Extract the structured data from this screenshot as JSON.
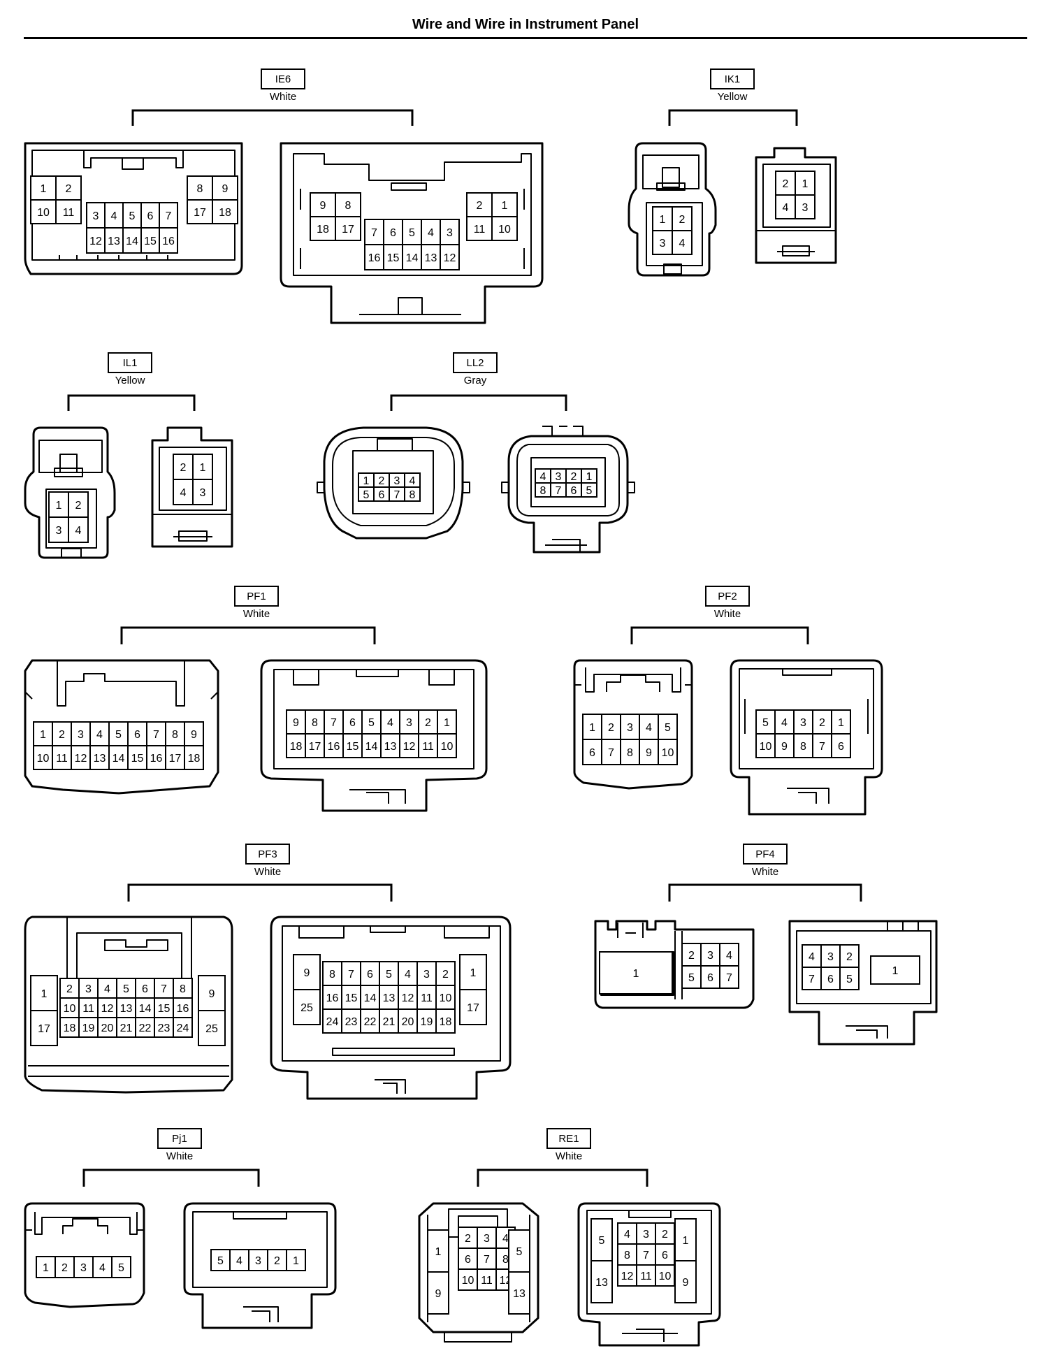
{
  "title": "Wire and Wire in Instrument Panel",
  "connectors": [
    {
      "code": "IE6",
      "color": "White",
      "views": [
        {
          "groups": [
            {
              "rows": [
                [
                  "1",
                  "2"
                ],
                [
                  "10",
                  "11"
                ]
              ]
            },
            {
              "rows": [
                [
                  "3",
                  "4",
                  "5",
                  "6",
                  "7"
                ],
                [
                  "12",
                  "13",
                  "14",
                  "15",
                  "16"
                ]
              ]
            },
            {
              "rows": [
                [
                  "8",
                  "9"
                ],
                [
                  "17",
                  "18"
                ]
              ]
            }
          ]
        },
        {
          "groups": [
            {
              "rows": [
                [
                  "9",
                  "8"
                ],
                [
                  "18",
                  "17"
                ]
              ]
            },
            {
              "rows": [
                [
                  "7",
                  "6",
                  "5",
                  "4",
                  "3"
                ],
                [
                  "16",
                  "15",
                  "14",
                  "13",
                  "12"
                ]
              ]
            },
            {
              "rows": [
                [
                  "2",
                  "1"
                ],
                [
                  "11",
                  "10"
                ]
              ]
            }
          ]
        }
      ]
    },
    {
      "code": "IK1",
      "color": "Yellow",
      "views": [
        {
          "groups": [
            {
              "rows": [
                [
                  "1",
                  "2"
                ],
                [
                  "3",
                  "4"
                ]
              ]
            }
          ]
        },
        {
          "groups": [
            {
              "rows": [
                [
                  "2",
                  "1"
                ],
                [
                  "4",
                  "3"
                ]
              ]
            }
          ]
        }
      ]
    },
    {
      "code": "IL1",
      "color": "Yellow",
      "views": [
        {
          "groups": [
            {
              "rows": [
                [
                  "1",
                  "2"
                ],
                [
                  "3",
                  "4"
                ]
              ]
            }
          ]
        },
        {
          "groups": [
            {
              "rows": [
                [
                  "2",
                  "1"
                ],
                [
                  "4",
                  "3"
                ]
              ]
            }
          ]
        }
      ]
    },
    {
      "code": "LL2",
      "color": "Gray",
      "views": [
        {
          "groups": [
            {
              "rows": [
                [
                  "1",
                  "2",
                  "3",
                  "4"
                ],
                [
                  "5",
                  "6",
                  "7",
                  "8"
                ]
              ]
            }
          ]
        },
        {
          "groups": [
            {
              "rows": [
                [
                  "4",
                  "3",
                  "2",
                  "1"
                ],
                [
                  "8",
                  "7",
                  "6",
                  "5"
                ]
              ]
            }
          ]
        }
      ]
    },
    {
      "code": "PF1",
      "color": "White",
      "views": [
        {
          "groups": [
            {
              "rows": [
                [
                  "1",
                  "2",
                  "3",
                  "4",
                  "5",
                  "6",
                  "7",
                  "8",
                  "9"
                ],
                [
                  "10",
                  "11",
                  "12",
                  "13",
                  "14",
                  "15",
                  "16",
                  "17",
                  "18"
                ]
              ]
            }
          ]
        },
        {
          "groups": [
            {
              "rows": [
                [
                  "9",
                  "8",
                  "7",
                  "6",
                  "5",
                  "4",
                  "3",
                  "2",
                  "1"
                ],
                [
                  "18",
                  "17",
                  "16",
                  "15",
                  "14",
                  "13",
                  "12",
                  "11",
                  "10"
                ]
              ]
            }
          ]
        }
      ]
    },
    {
      "code": "PF2",
      "color": "White",
      "views": [
        {
          "groups": [
            {
              "rows": [
                [
                  "1",
                  "2",
                  "3",
                  "4",
                  "5"
                ],
                [
                  "6",
                  "7",
                  "8",
                  "9",
                  "10"
                ]
              ]
            }
          ]
        },
        {
          "groups": [
            {
              "rows": [
                [
                  "5",
                  "4",
                  "3",
                  "2",
                  "1"
                ],
                [
                  "10",
                  "9",
                  "8",
                  "7",
                  "6"
                ]
              ]
            }
          ]
        }
      ]
    },
    {
      "code": "PF3",
      "color": "White",
      "views": [
        {
          "groups": [
            {
              "rows": [
                [
                  "1"
                ],
                [
                  "17"
                ]
              ]
            },
            {
              "rows": [
                [
                  "2",
                  "3",
                  "4",
                  "5",
                  "6",
                  "7",
                  "8"
                ],
                [
                  "10",
                  "11",
                  "12",
                  "13",
                  "14",
                  "15",
                  "16"
                ],
                [
                  "18",
                  "19",
                  "20",
                  "21",
                  "22",
                  "23",
                  "24"
                ]
              ]
            },
            {
              "rows": [
                [
                  "9"
                ],
                [
                  "25"
                ]
              ]
            }
          ]
        },
        {
          "groups": [
            {
              "rows": [
                [
                  "9"
                ],
                [
                  "25"
                ]
              ]
            },
            {
              "rows": [
                [
                  "8",
                  "7",
                  "6",
                  "5",
                  "4",
                  "3",
                  "2"
                ],
                [
                  "16",
                  "15",
                  "14",
                  "13",
                  "12",
                  "11",
                  "10"
                ],
                [
                  "24",
                  "23",
                  "22",
                  "21",
                  "20",
                  "19",
                  "18"
                ]
              ]
            },
            {
              "rows": [
                [
                  "1"
                ],
                [
                  "17"
                ]
              ]
            }
          ]
        }
      ]
    },
    {
      "code": "PF4",
      "color": "White",
      "views": [
        {
          "groups": [
            {
              "rows": [
                [
                  "1"
                ]
              ]
            },
            {
              "rows": [
                [
                  "2",
                  "3",
                  "4"
                ],
                [
                  "5",
                  "6",
                  "7"
                ]
              ]
            }
          ]
        },
        {
          "groups": [
            {
              "rows": [
                [
                  "4",
                  "3",
                  "2"
                ],
                [
                  "7",
                  "6",
                  "5"
                ]
              ]
            },
            {
              "rows": [
                [
                  "1"
                ]
              ]
            }
          ]
        }
      ]
    },
    {
      "code": "Pj1",
      "color": "White",
      "views": [
        {
          "groups": [
            {
              "rows": [
                [
                  "1",
                  "2",
                  "3",
                  "4",
                  "5"
                ]
              ]
            }
          ]
        },
        {
          "groups": [
            {
              "rows": [
                [
                  "5",
                  "4",
                  "3",
                  "2",
                  "1"
                ]
              ]
            }
          ]
        }
      ]
    },
    {
      "code": "RE1",
      "color": "White",
      "views": [
        {
          "groups": [
            {
              "rows": [
                [
                  "1"
                ],
                [
                  "9"
                ]
              ]
            },
            {
              "rows": [
                [
                  "2",
                  "3",
                  "4"
                ],
                [
                  "6",
                  "7",
                  "8"
                ],
                [
                  "10",
                  "11",
                  "12"
                ]
              ]
            },
            {
              "rows": [
                [
                  "5"
                ],
                [
                  "13"
                ]
              ]
            }
          ]
        },
        {
          "groups": [
            {
              "rows": [
                [
                  "5"
                ],
                [
                  "13"
                ]
              ]
            },
            {
              "rows": [
                [
                  "4",
                  "3",
                  "2"
                ],
                [
                  "8",
                  "7",
                  "6"
                ],
                [
                  "12",
                  "11",
                  "10"
                ]
              ]
            },
            {
              "rows": [
                [
                  "1"
                ],
                [
                  "9"
                ]
              ]
            }
          ]
        }
      ]
    }
  ]
}
